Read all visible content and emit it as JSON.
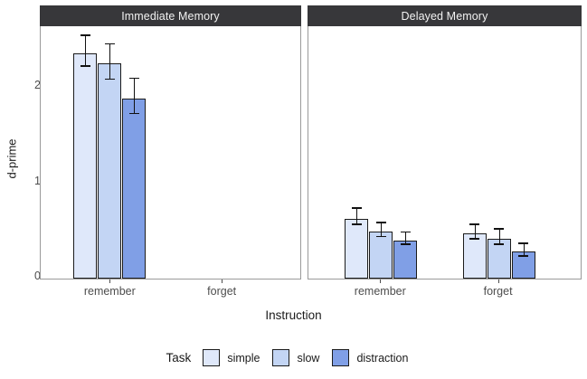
{
  "chart_data": {
    "type": "bar",
    "title": "",
    "xlabel": "Instruction",
    "ylabel": "d-prime",
    "ylim": [
      -0.05,
      2.62
    ],
    "yticks": [
      0,
      1,
      2
    ],
    "ytick_labels": [
      "0",
      "1",
      "2"
    ],
    "categories": [
      "remember",
      "forget"
    ],
    "grid": false,
    "legend": {
      "title": "Task",
      "position": "bottom",
      "entries": [
        {
          "name": "simple",
          "color": "#dfe8fa"
        },
        {
          "name": "slow",
          "color": "#c3d5f4"
        },
        {
          "name": "distraction",
          "color": "#809fe6"
        }
      ]
    },
    "panels": [
      {
        "name": "Immediate Memory",
        "groups": [
          {
            "category": "remember",
            "bars": [
              {
                "series": "simple",
                "value": 2.36,
                "err_low": 2.21,
                "err_high": 2.53
              },
              {
                "series": "slow",
                "value": 2.26,
                "err_low": 2.07,
                "err_high": 2.44
              },
              {
                "series": "distraction",
                "value": 1.89,
                "err_low": 1.71,
                "err_high": 2.08
              }
            ]
          },
          {
            "category": "forget",
            "bars": []
          }
        ]
      },
      {
        "name": "Delayed Memory",
        "groups": [
          {
            "category": "remember",
            "bars": [
              {
                "series": "simple",
                "value": 0.63,
                "err_low": 0.55,
                "err_high": 0.72
              },
              {
                "series": "slow",
                "value": 0.49,
                "err_low": 0.42,
                "err_high": 0.57
              },
              {
                "series": "distraction",
                "value": 0.4,
                "err_low": 0.34,
                "err_high": 0.47
              }
            ]
          },
          {
            "category": "forget",
            "bars": [
              {
                "series": "simple",
                "value": 0.47,
                "err_low": 0.4,
                "err_high": 0.55
              },
              {
                "series": "slow",
                "value": 0.42,
                "err_low": 0.34,
                "err_high": 0.5
              },
              {
                "series": "distraction",
                "value": 0.28,
                "err_low": 0.22,
                "err_high": 0.35
              }
            ]
          }
        ]
      }
    ]
  },
  "strips": {
    "left": "Immediate Memory",
    "right": "Delayed Memory"
  },
  "axes": {
    "y_title": "d-prime",
    "x_title": "Instruction"
  }
}
